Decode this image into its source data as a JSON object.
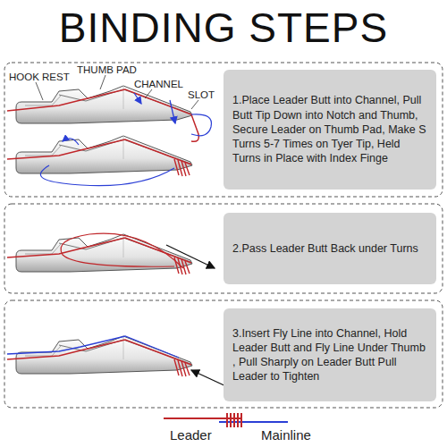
{
  "diagram": {
    "title": "BINDING STEPS",
    "nodes": [
      {
        "text": [
          "1.Place Leader Butt into Channel, Pull Butt Tip Down into Notch and Thumb, Secure Leader on Thumb Pad, Make S Turns 5-7 Times on Tyer Tip, Held Turns in Place with Index Finge"
        ]
      },
      {
        "text": [
          "2.Pass Leader Butt Back under Turns"
        ]
      },
      {
        "text": [
          "3.Insert Fly Line into Channel, Hold Leader Butt and Fly Line Under Thumb , Pull Sharply on Leader Butt Pull Leader to Tighten"
        ]
      }
    ],
    "labels": [
      "HOOK REST",
      "THUMB PAD",
      "CHANNEL",
      "SLOT"
    ],
    "legend": [
      {
        "text": "Leader"
      },
      {
        "text": "Mainline"
      }
    ]
  }
}
